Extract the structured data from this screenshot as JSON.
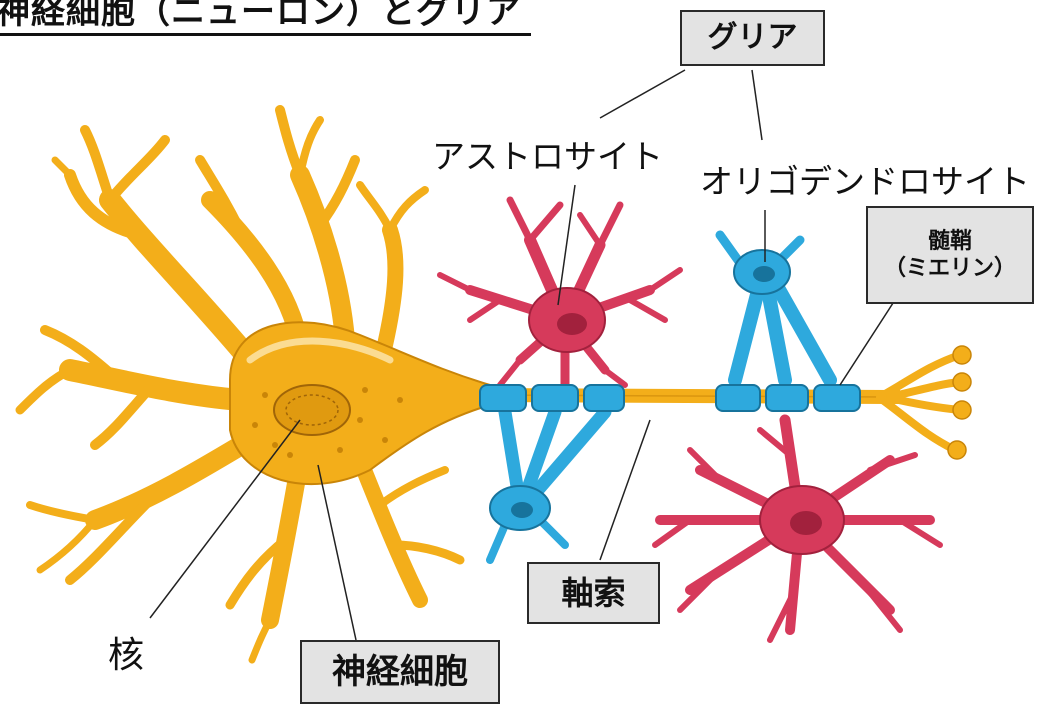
{
  "title": "神経細胞（ニューロン）とグリア",
  "labels": {
    "glia": "グリア",
    "astrocyte": "アストロサイト",
    "oligodendrocyte": "オリゴデンドロサイト",
    "myelin_line1": "髄鞘",
    "myelin_line2": "（ミエリン）",
    "axon": "軸索",
    "nucleus": "核",
    "neuron": "神経細胞"
  },
  "colors": {
    "neuron": "#f3ae1a",
    "neuron_dark": "#c98508",
    "astrocyte": "#d63a5b",
    "astrocyte_dark": "#a2213d",
    "oligodendrocyte": "#2ea9dd",
    "oligodendrocyte_dark": "#17739c",
    "label_box": "#e3e3e3"
  }
}
